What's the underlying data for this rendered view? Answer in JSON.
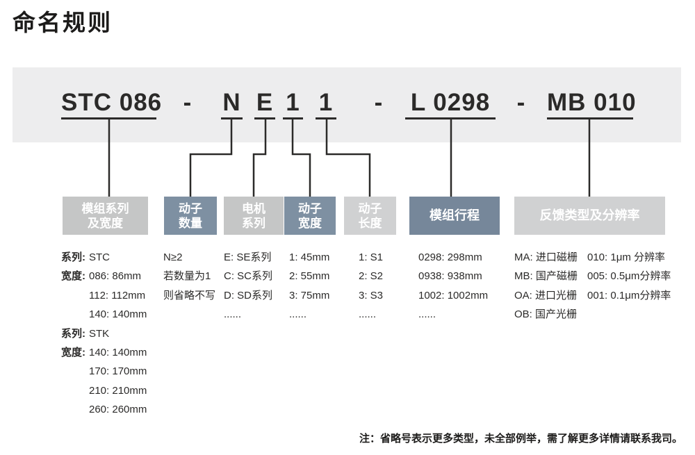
{
  "title": "命名规则",
  "note": "注：省略号表示更多类型，未全部例举，需了解更多详情请联系我司。",
  "code": {
    "segments": [
      "STC 086",
      "-",
      "N",
      "E",
      "1",
      "1",
      "-",
      "L 0298",
      "-",
      "MB 010"
    ]
  },
  "boxes": [
    {
      "line1": "模组系列",
      "line2": "及宽度"
    },
    {
      "line1": "动子",
      "line2": "数量"
    },
    {
      "line1": "电机",
      "line2": "系列"
    },
    {
      "line1": "动子",
      "line2": "宽度"
    },
    {
      "line1": "动子",
      "line2": "长度"
    },
    {
      "line1": "模组行程"
    },
    {
      "line1": "反馈类型及分辨率"
    }
  ],
  "details": {
    "series_width": [
      {
        "k": "系列:",
        "v": "STC"
      },
      {
        "k": "宽度:",
        "v": "086: 86mm"
      },
      {
        "k": "",
        "v": "112: 112mm"
      },
      {
        "k": "",
        "v": "140: 140mm"
      },
      {
        "k": "系列:",
        "v": "STK"
      },
      {
        "k": "宽度:",
        "v": "140: 140mm"
      },
      {
        "k": "",
        "v": "170: 170mm"
      },
      {
        "k": "",
        "v": "210: 210mm"
      },
      {
        "k": "",
        "v": "260: 260mm"
      }
    ],
    "mover_count": [
      "N≥2",
      "若数量为1",
      "则省略不写"
    ],
    "motor_series": [
      "E: SE系列",
      "C: SC系列",
      "D: SD系列",
      "......"
    ],
    "mover_width": [
      "1: 45mm",
      "2: 55mm",
      "3: 75mm",
      "......"
    ],
    "mover_length": [
      "1: S1",
      "2: S2",
      "3: S3",
      "......"
    ],
    "stroke": [
      "0298: 298mm",
      "0938: 938mm",
      "1002: 1002mm",
      "......"
    ],
    "feedback_type": [
      "MA: 进口磁栅",
      "MB: 国产磁栅",
      "OA: 进口光栅",
      "OB: 国产光栅"
    ],
    "feedback_res": [
      "010: 1μm 分辨率",
      "005: 0.5μm分辨率",
      "001: 0.1μm分辨率"
    ]
  },
  "colors": {
    "ink": "#2B2A29",
    "band": "#EDEDEE",
    "box_gray": "#C5C6C6",
    "box_gray_light": "#D0D1D2",
    "box_blue": "#7E90A2",
    "box_blue_dark": "#76879A",
    "box_text": "#FFFFFF"
  }
}
